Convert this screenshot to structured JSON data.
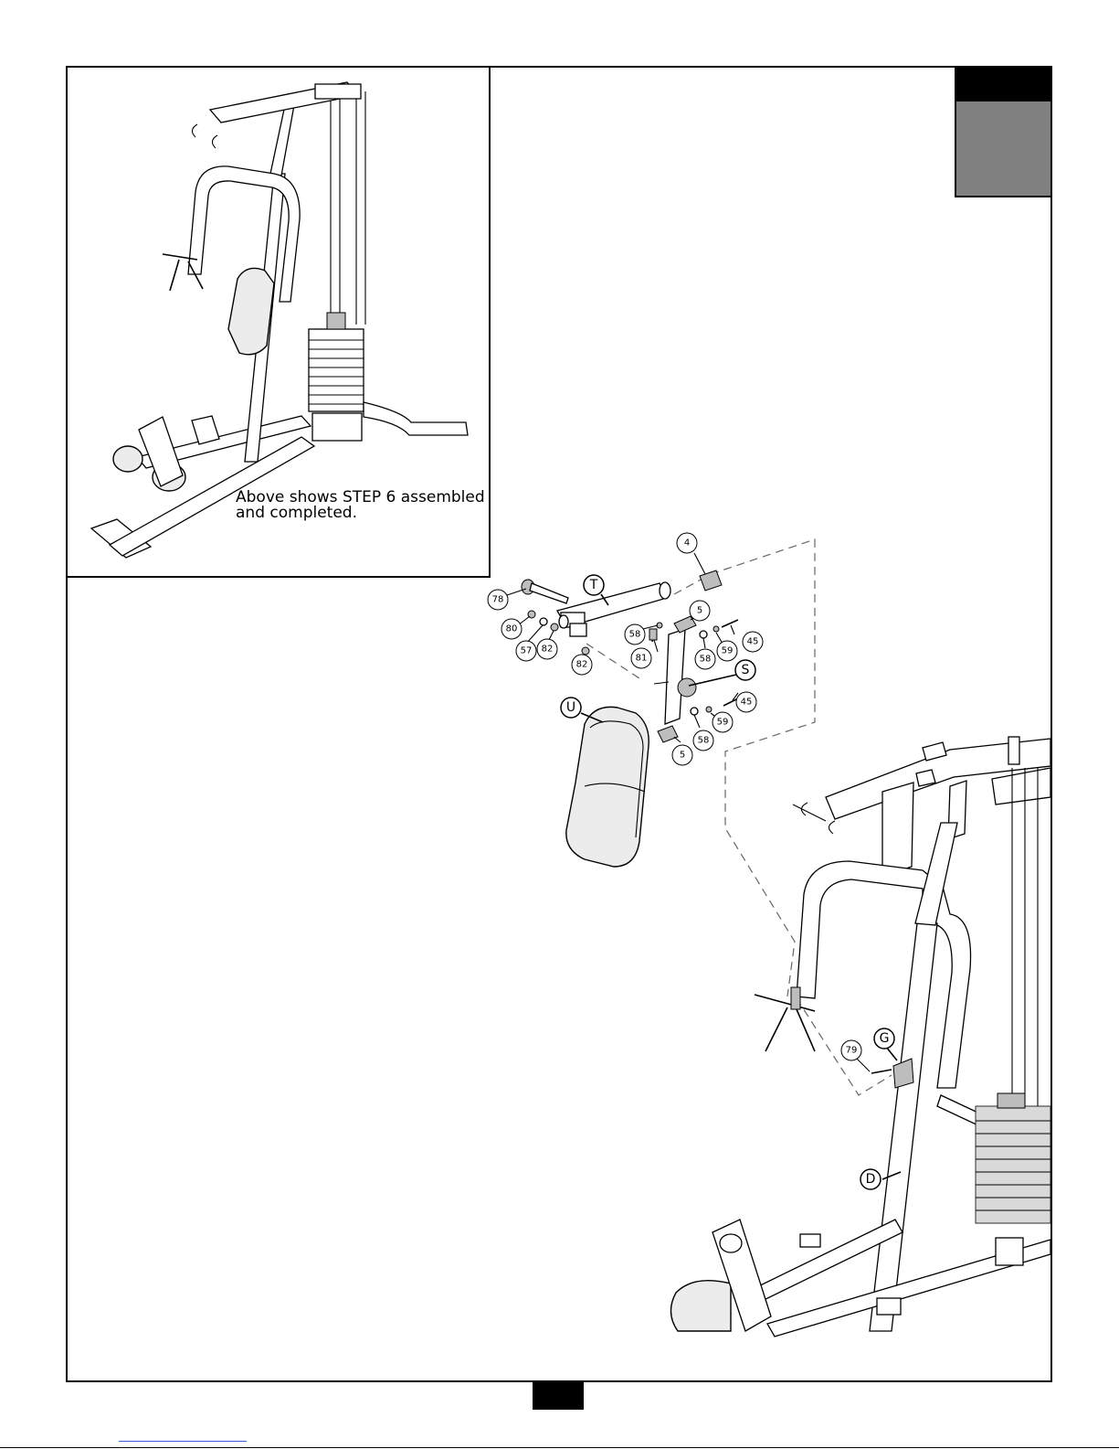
{
  "inset_caption": {
    "line1": "Above shows STEP 6 assembled",
    "line2": "and completed."
  },
  "callouts": {
    "c4": "4",
    "c5a": "5",
    "c5b": "5",
    "c78": "78",
    "c80": "80",
    "c57": "57",
    "c82a": "82",
    "c82b": "82",
    "c58a": "58",
    "c81": "81",
    "c58b": "58",
    "c59a": "59",
    "c45a": "45",
    "c45b": "45",
    "c59b": "59",
    "c58c": "58",
    "c79": "79"
  },
  "part_letters": {
    "T": "T",
    "S": "S",
    "U": "U",
    "G": "G",
    "D": "D"
  },
  "colors": {
    "border": "#000000",
    "section_tab_fill": "#808080",
    "dashed_guide": "#666666"
  }
}
